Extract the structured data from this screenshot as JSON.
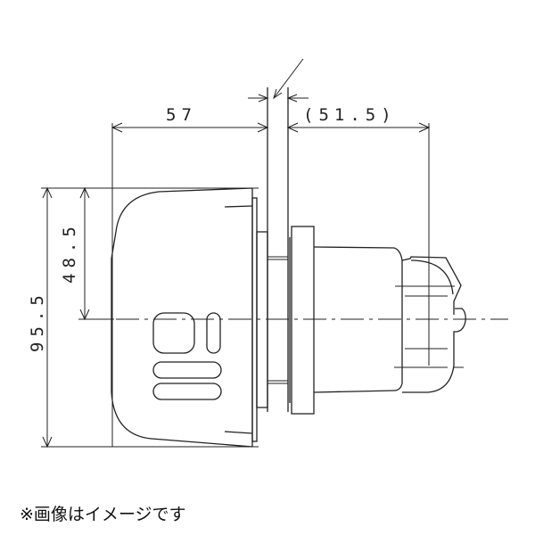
{
  "drawing": {
    "dimensions": {
      "width_front": "57",
      "width_rear": "(51.5)",
      "height_total": "95.5",
      "height_center": "48.5"
    }
  },
  "caption": "※画像はイメージです"
}
